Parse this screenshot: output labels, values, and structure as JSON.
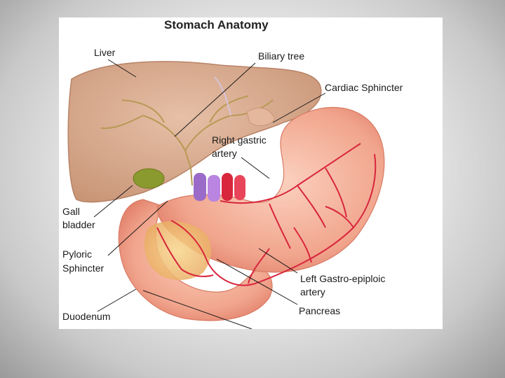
{
  "diagram": {
    "title": "Stomach Anatomy",
    "labels": {
      "liver": "Liver",
      "biliary_tree": "Biliary tree",
      "cardiac_sphincter": "Cardiac Sphincter",
      "right_gastric_artery_1": "Right gastric",
      "right_gastric_artery_2": "artery",
      "gall_bladder_1": "Gall",
      "gall_bladder_2": "bladder",
      "pyloric_sphincter_1": "Pyloric",
      "pyloric_sphincter_2": "Sphincter",
      "left_gastro_epiploic_1": "Left Gastro-epiploic",
      "left_gastro_epiploic_2": "artery",
      "duodenum": "Duodenum",
      "pancreas": "Pancreas"
    },
    "colors": {
      "liver": "#d7a98c",
      "stomach": "#f0a08a",
      "artery": "#d8263c",
      "gallbladder": "#8b9a2e",
      "pancreas": "#f3c06a",
      "vein": "#9a6bc8",
      "biliary": "#b89a55"
    }
  }
}
